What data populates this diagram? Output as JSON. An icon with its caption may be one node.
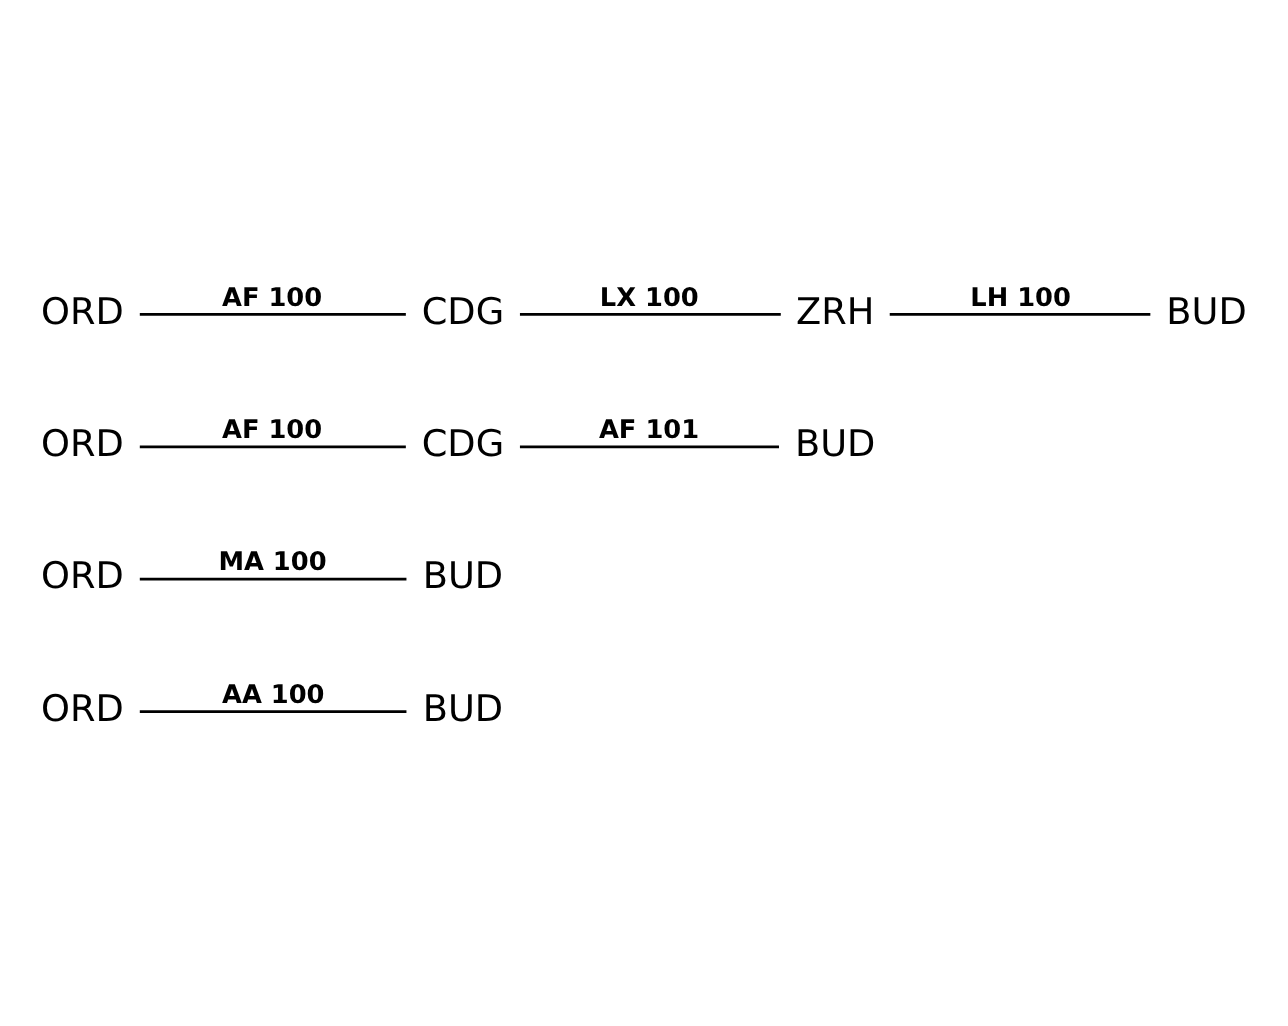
{
  "diagram": {
    "nodes": [
      {
        "text": [
          "ORD"
        ]
      },
      {
        "text": [
          "BUD"
        ]
      },
      {
        "text": [
          "ORD"
        ]
      },
      {
        "text": [
          "BUD"
        ]
      },
      {
        "text": [
          "ORD"
        ]
      },
      {
        "text": [
          "CDG"
        ]
      },
      {
        "text": [
          "BUD"
        ]
      },
      {
        "text": [
          "ORD"
        ]
      },
      {
        "text": [
          "CDG"
        ]
      },
      {
        "text": [
          "ZRH"
        ]
      },
      {
        "text": [
          "BUD"
        ]
      }
    ],
    "edges": [
      {
        "from": 0,
        "to": 1,
        "arrow": "none",
        "label": "AA 100"
      },
      {
        "from": 2,
        "to": 3,
        "arrow": "none",
        "label": "MA 100"
      },
      {
        "from": 4,
        "to": 5,
        "arrow": "none",
        "label": "AF 100"
      },
      {
        "from": 5,
        "to": 6,
        "arrow": "none",
        "label": "AF 101"
      },
      {
        "from": 7,
        "to": 8,
        "arrow": "none",
        "label": "AF 100"
      },
      {
        "from": 8,
        "to": 9,
        "arrow": "none",
        "label": "LX 100"
      },
      {
        "from": 9,
        "to": 10,
        "arrow": "none",
        "label": "LH 100"
      }
    ]
  }
}
